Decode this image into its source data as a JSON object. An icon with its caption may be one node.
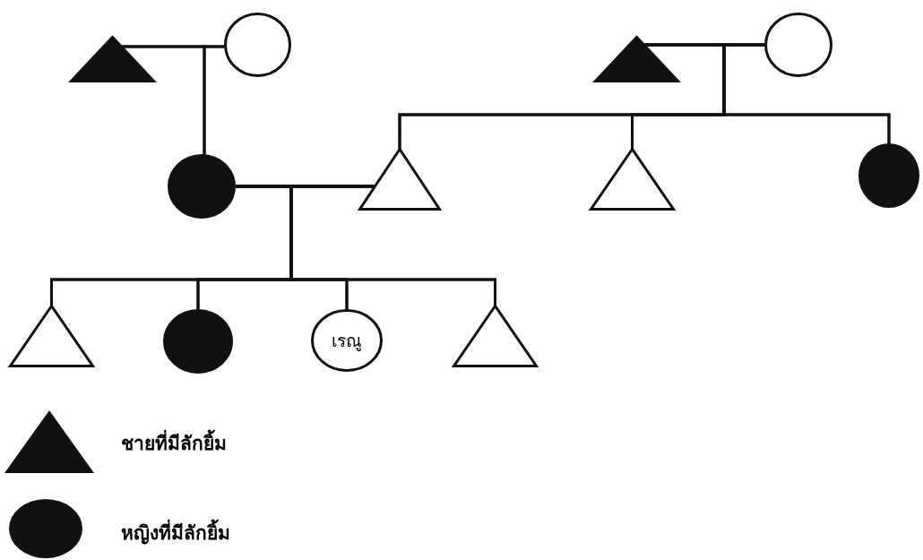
{
  "diagram": {
    "nodes": [
      {
        "text": [],
        "shape": "triangle"
      },
      {
        "text": [],
        "shape": "circle"
      },
      {
        "text": [],
        "shape": "triangle"
      },
      {
        "text": [],
        "shape": "circle"
      },
      {
        "text": [],
        "shape": "circle"
      },
      {
        "text": [],
        "shape": "triangle"
      },
      {
        "text": [],
        "shape": "triangle"
      },
      {
        "text": [],
        "shape": "circle"
      },
      {
        "text": [],
        "shape": "triangle"
      },
      {
        "text": [],
        "shape": "circle"
      },
      {
        "text": [
          "เรณู"
        ]
      },
      {
        "text": [],
        "shape": "triangle"
      }
    ],
    "edges": [
      {
        "from": 0,
        "to": 1,
        "arrow": "none"
      },
      {
        "from": 0,
        "to": 4,
        "arrow": "none"
      },
      {
        "from": 1,
        "to": 4,
        "arrow": "none"
      },
      {
        "from": 2,
        "to": 3,
        "arrow": "none"
      },
      {
        "from": 2,
        "to": 5,
        "arrow": "none"
      },
      {
        "from": 3,
        "to": 5,
        "arrow": "none"
      },
      {
        "from": 2,
        "to": 6,
        "arrow": "none"
      },
      {
        "from": 3,
        "to": 6,
        "arrow": "none"
      },
      {
        "from": 2,
        "to": 7,
        "arrow": "none"
      },
      {
        "from": 3,
        "to": 7,
        "arrow": "none"
      },
      {
        "from": 4,
        "to": 5,
        "arrow": "none"
      },
      {
        "from": 4,
        "to": 8,
        "arrow": "none"
      },
      {
        "from": 5,
        "to": 8,
        "arrow": "none"
      },
      {
        "from": 4,
        "to": 9,
        "arrow": "none"
      },
      {
        "from": 5,
        "to": 9,
        "arrow": "none"
      },
      {
        "from": 4,
        "to": 10,
        "arrow": "none"
      },
      {
        "from": 5,
        "to": 10,
        "arrow": "none"
      },
      {
        "from": 4,
        "to": 11,
        "arrow": "none"
      },
      {
        "from": 5,
        "to": 11,
        "arrow": "none"
      }
    ],
    "legend": [
      {
        "text": "ชายที่มีลักยิ้ม"
      },
      {
        "text": "หญิงที่มีลักยิ้ม"
      }
    ]
  }
}
